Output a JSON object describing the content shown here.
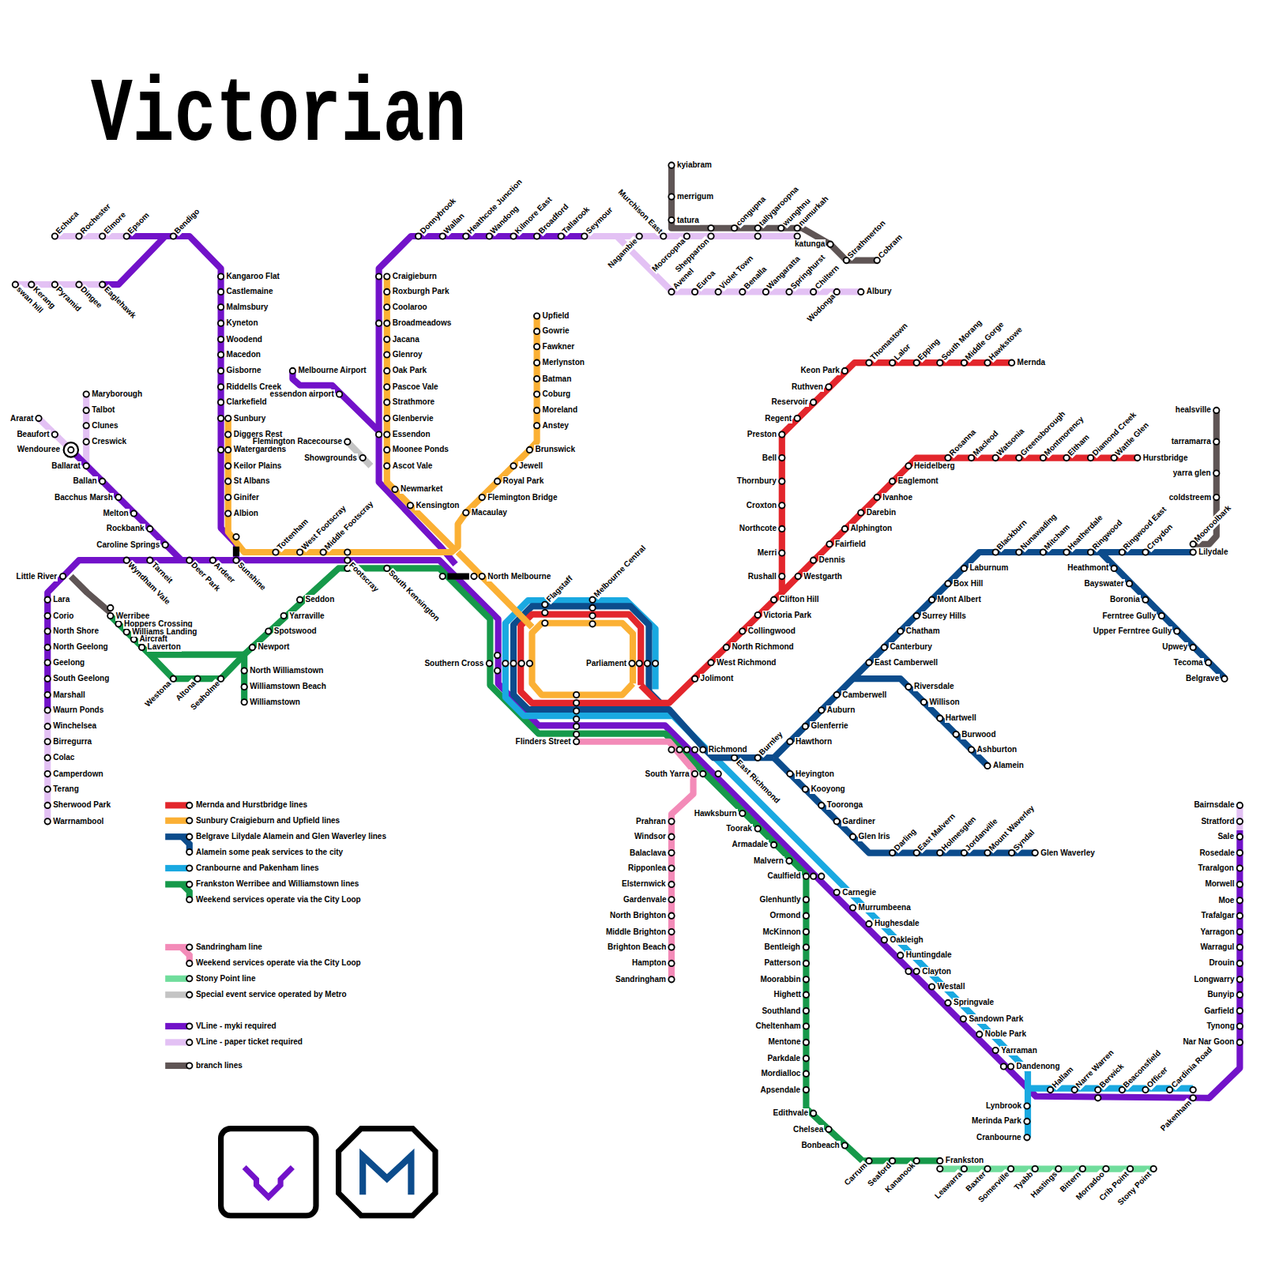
{
  "diagram": {
    "title": "Victorian",
    "labels": [
      "Echuca",
      "Rochester",
      "Elmore",
      "Epsom",
      "Bendigo",
      "swan hill",
      "Kerang",
      "Pyramid",
      "Dingee",
      "Eaglehawk",
      "Kangaroo Flat",
      "Castlemaine",
      "Malmsbury",
      "Kyneton",
      "Woodend",
      "Macedon",
      "Gisborne",
      "Riddells Creek",
      "Clarkefield",
      "Sunbury",
      "Diggers Rest",
      "Watergardens",
      "Keilor Plains",
      "St Albans",
      "Ginifer",
      "Albion",
      "Tottenham",
      "West Footscray",
      "Middle Footscray",
      "Footscray",
      "South Kensington",
      "Sunshine",
      "Ardeer",
      "Deer Park",
      "Tarneit",
      "Wyndham Vale",
      "Caroline Springs",
      "Rockbank",
      "Melton",
      "Bacchus Marsh",
      "Ballan",
      "Ballarat",
      "Wendouree",
      "Beaufort",
      "Ararat",
      "Maryborough",
      "Talbot",
      "Clunes",
      "Creswick",
      "Little River",
      "Lara",
      "Corio",
      "North Shore",
      "North Geelong",
      "Geelong",
      "South Geelong",
      "Marshall",
      "Waurn Ponds",
      "Winchelsea",
      "Birregurra",
      "Colac",
      "Camperdown",
      "Terang",
      "Sherwood Park",
      "Warrnambool",
      "Werribee",
      "Hoppers Crossing",
      "Williams Landing",
      "Aircraft",
      "Laverton",
      "Westona",
      "Altona",
      "Seaholme",
      "Newport",
      "Spotswood",
      "Yarraville",
      "Seddon",
      "North Williamstown",
      "Williamstown Beach",
      "Williamstown",
      "Melbourne Airport",
      "essendon airport",
      "Flemington Racecourse",
      "Showgrounds",
      "Craigieburn",
      "Roxburgh Park",
      "Coolaroo",
      "Broadmeadows",
      "Jacana",
      "Glenroy",
      "Oak Park",
      "Pascoe Vale",
      "Strathmore",
      "Glenbervie",
      "Essendon",
      "Moonee Ponds",
      "Ascot Vale",
      "Newmarket",
      "Kensington",
      "Upfield",
      "Gowrie",
      "Fawkner",
      "Merlynston",
      "Batman",
      "Coburg",
      "Moreland",
      "Anstey",
      "Brunswick",
      "Jewell",
      "Royal Park",
      "Flemington Bridge",
      "Macaulay",
      "North Melbourne",
      "Donnybrook",
      "Wallan",
      "Heathcote Junction",
      "Wandong",
      "Kilmore East",
      "Broadford",
      "Tallarook",
      "Seymour",
      "Murchison East",
      "Nagambie",
      "Mooroopna",
      "Shepparton",
      "congupna",
      "tallygaroopna",
      "wunghnu",
      "numurkah",
      "katunga",
      "Strathmerton",
      "Cobram",
      "kyiabram",
      "merrigum",
      "tatura",
      "Avenel",
      "Euroa",
      "Violet Town",
      "Benalla",
      "Wangaratta",
      "Springhurst",
      "Chiltern",
      "Wodonga",
      "Albury",
      "Flagstaff",
      "Melbourne Central",
      "Parliament",
      "Southern Cross",
      "Flinders Street",
      "Jolimont",
      "West Richmond",
      "North Richmond",
      "Collingwood",
      "Victoria Park",
      "Clifton Hill",
      "Rushall",
      "Merri",
      "Northcote",
      "Croxton",
      "Thornbury",
      "Bell",
      "Preston",
      "Regent",
      "Reservoir",
      "Ruthven",
      "Keon Park",
      "Thomastown",
      "Lalor",
      "Epping",
      "South Morang",
      "Middle Gorge",
      "Hawkstowe",
      "Mernda",
      "Westgarth",
      "Dennis",
      "Fairfield",
      "Alphington",
      "Darebin",
      "Ivanhoe",
      "Eaglemont",
      "Heidelberg",
      "Rosanna",
      "Macleod",
      "Watsonia",
      "Greensborough",
      "Montmorency",
      "Eltham",
      "Diamond Creek",
      "Wattle Glen",
      "Hurstbridge",
      "Richmond",
      "East Richmond",
      "Burnley",
      "Hawthorn",
      "Glenferrie",
      "Auburn",
      "Camberwell",
      "East Camberwell",
      "Canterbury",
      "Chatham",
      "Surrey Hills",
      "Mont Albert",
      "Box Hill",
      "Laburnum",
      "Blackburn",
      "Nunawading",
      "Mitcham",
      "Heatherdale",
      "Ringwood",
      "Ringwood East",
      "Croydon",
      "Mooroolbark",
      "Lilydale",
      "Heathmont",
      "Bayswater",
      "Boronia",
      "Ferntree Gully",
      "Upper Ferntree Gully",
      "Upwey",
      "Tecoma",
      "Belgrave",
      "healsville",
      "tarramarra",
      "yarra glen",
      "coldstreem",
      "Riversdale",
      "Willison",
      "Hartwell",
      "Burwood",
      "Ashburton",
      "Alamein",
      "Heyington",
      "Kooyong",
      "Tooronga",
      "Gardiner",
      "Glen Iris",
      "Darling",
      "East Malvern",
      "Holmesglen",
      "Jordanville",
      "Mount Waverley",
      "Syndal",
      "Glen Waverley",
      "South Yarra",
      "Prahran",
      "Windsor",
      "Balaclava",
      "Ripponlea",
      "Elsternwick",
      "Gardenvale",
      "North Brighton",
      "Middle Brighton",
      "Brighton Beach",
      "Hampton",
      "Sandringham",
      "Hawksburn",
      "Toorak",
      "Armadale",
      "Malvern",
      "Caulfield",
      "Glenhuntly",
      "Ormond",
      "McKinnon",
      "Bentleigh",
      "Patterson",
      "Moorabbin",
      "Highett",
      "Southland",
      "Cheltenham",
      "Mentone",
      "Parkdale",
      "Mordialloc",
      "Apsendale",
      "Edithvale",
      "Chelsea",
      "Bonbeach",
      "Carrum",
      "Seaford",
      "Kananook",
      "Frankston",
      "Leawarra",
      "Baxter",
      "Somerville",
      "Tyabb",
      "Hastings",
      "Bittern",
      "Morradoo",
      "Crib Point",
      "Stony Point",
      "Carnegie",
      "Murrumbeena",
      "Hughesdale",
      "Oakleigh",
      "Huntingdale",
      "Clayton",
      "Westall",
      "Springvale",
      "Sandown Park",
      "Noble Park",
      "Yarraman",
      "Dandenong",
      "Hallam",
      "Narre Warren",
      "Berwick",
      "Beaconsfield",
      "Officer",
      "Cardinia Road",
      "Pakenham",
      "Lynbrook",
      "Merinda Park",
      "Cranbourne",
      "Bairnsdale",
      "Stratford",
      "Sale",
      "Rosedale",
      "Traralgon",
      "Morwell",
      "Moe",
      "Trafalgar",
      "Yarragon",
      "Warragul",
      "Drouin",
      "Longwarry",
      "Bunyip",
      "Garfield",
      "Tynong",
      "Nar Nar Goon"
    ],
    "legend": [
      {
        "text": "Mernda and Hurstbridge lines",
        "color": "#e3262c"
      },
      {
        "text": "Sunbury Craigieburn and Upfield lines",
        "color": "#fbb034"
      },
      {
        "text": "Belgrave Lilydale Alamein and Glen Waverley lines",
        "color": "#0c4c8c"
      },
      {
        "text": "Alamein some peak services to the city",
        "color": "#0c4c8c"
      },
      {
        "text": "Cranbourne and Pakenham lines",
        "color": "#1aa9e1"
      },
      {
        "text": "Frankston Werribee and Williamstown lines",
        "color": "#16994a"
      },
      {
        "text": "Weekend services operate via the City Loop",
        "color": "#16994a"
      },
      {
        "text": "Sandringham line",
        "color": "#f38bb8"
      },
      {
        "text": "Weekend services operate via the City Loop",
        "color": "#f38bb8"
      },
      {
        "text": "Stony Point line",
        "color": "#70dd9c"
      },
      {
        "text": "Special event service operated by Metro",
        "color": "#c4c4c4"
      },
      {
        "text": "VLine - myki required",
        "color": "#7212c9"
      },
      {
        "text": "VLine - paper ticket required",
        "color": "#e3c1f4"
      },
      {
        "text": "branch lines",
        "color": "#5f5555"
      }
    ]
  }
}
